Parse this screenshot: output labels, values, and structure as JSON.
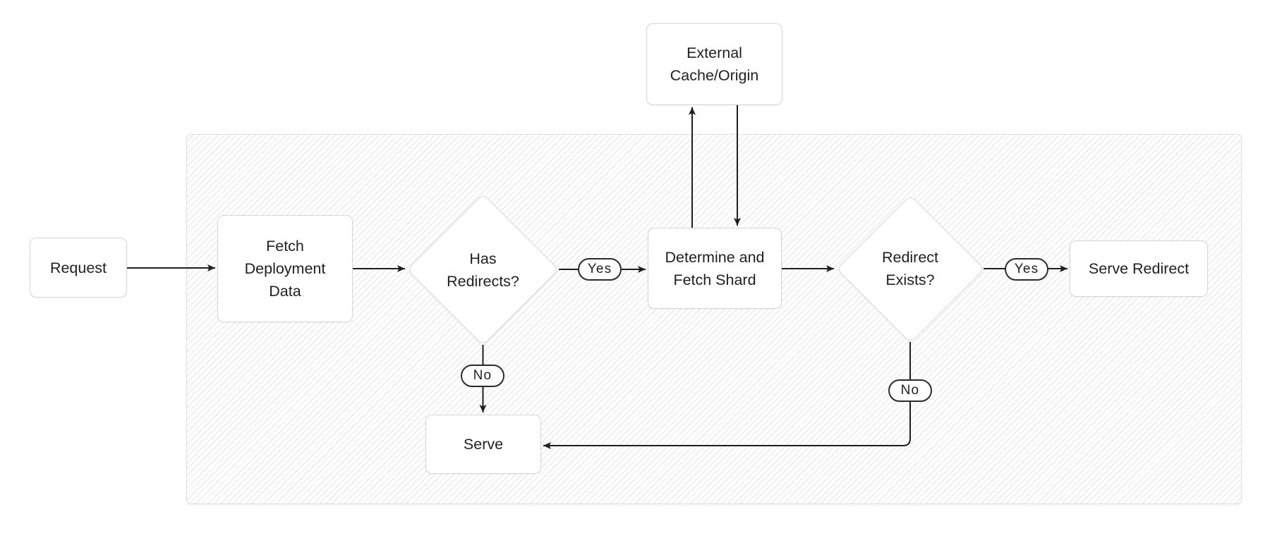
{
  "colors": {
    "background": "#ffffff",
    "shape_fill": "#ffffff",
    "shape_border": "#d6d6d6",
    "container_border": "#e0e0e0",
    "hatch_line": "#ebebeb",
    "connector": "#1f1f1f",
    "pill_border": "#2b2b2b",
    "text": "#1f1f1f"
  },
  "nodes": {
    "request": {
      "label": "Request"
    },
    "fetch_deployment_data": {
      "line1": "Fetch",
      "line2": "Deployment",
      "line3": "Data"
    },
    "has_redirects": {
      "line1": "Has",
      "line2": "Redirects?"
    },
    "external_cache_origin": {
      "line1": "External",
      "line2": "Cache/Origin"
    },
    "determine_and_fetch_shard": {
      "line1": "Determine and",
      "line2": "Fetch Shard"
    },
    "redirect_exists": {
      "line1": "Redirect",
      "line2": "Exists?"
    },
    "serve_redirect": {
      "label": "Serve Redirect"
    },
    "serve": {
      "label": "Serve"
    }
  },
  "edge_labels": {
    "yes_has_redirects": "Yes",
    "no_has_redirects": "No",
    "yes_redirect_exists": "Yes",
    "no_redirect_exists": "No"
  },
  "edges": [
    {
      "from": "request",
      "to": "fetch_deployment_data",
      "label": ""
    },
    {
      "from": "fetch_deployment_data",
      "to": "has_redirects",
      "label": ""
    },
    {
      "from": "has_redirects",
      "to": "determine_and_fetch_shard",
      "label": "Yes"
    },
    {
      "from": "has_redirects",
      "to": "serve",
      "label": "No"
    },
    {
      "from": "determine_and_fetch_shard",
      "to": "external_cache_origin",
      "label": ""
    },
    {
      "from": "external_cache_origin",
      "to": "determine_and_fetch_shard",
      "label": ""
    },
    {
      "from": "determine_and_fetch_shard",
      "to": "redirect_exists",
      "label": ""
    },
    {
      "from": "redirect_exists",
      "to": "serve_redirect",
      "label": "Yes"
    },
    {
      "from": "redirect_exists",
      "to": "serve",
      "label": "No"
    }
  ]
}
